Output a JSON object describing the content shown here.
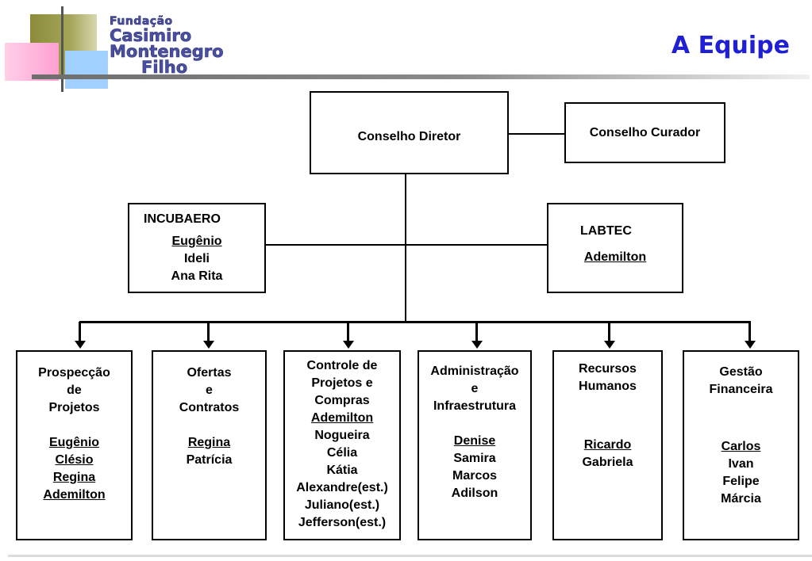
{
  "header": {
    "logo": [
      "Fundação",
      "Casimiro",
      "Montenegro",
      "Filho"
    ],
    "title": "A Equipe"
  },
  "org": {
    "conselho_diretor": "Conselho Diretor",
    "conselho_curador": "Conselho Curador",
    "incubaero": {
      "title": "INCUBAERO",
      "lead": "Eugênio",
      "members": [
        "Ideli",
        "Ana Rita"
      ]
    },
    "labtec": {
      "title": "LABTEC",
      "lead": "Ademilton"
    },
    "departments": [
      {
        "title": [
          "Prospecção",
          "de",
          "Projetos"
        ],
        "members": [
          "Eugênio",
          "Clésio",
          "Regina",
          "Ademilton"
        ],
        "underlined": 4
      },
      {
        "title": [
          "Ofertas",
          "e",
          "Contratos"
        ],
        "members": [
          "Regina",
          "Patrícia"
        ],
        "underlined": 1
      },
      {
        "title": [
          "Controle de",
          "Projetos e",
          "Compras"
        ],
        "members": [
          "Ademilton",
          "Nogueira",
          "Célia",
          "Kátia",
          "Alexandre(est.)",
          "Juliano(est.)",
          "Jefferson(est.)"
        ],
        "underlined": 1
      },
      {
        "title": [
          "Administração",
          "e",
          "Infraestrutura"
        ],
        "members": [
          "Denise",
          "Samira",
          "Marcos",
          "Adilson"
        ],
        "underlined": 1
      },
      {
        "title": [
          "Recursos",
          "Humanos"
        ],
        "members": [
          "Ricardo",
          "Gabriela"
        ],
        "underlined": 1
      },
      {
        "title": [
          "Gestão",
          "Financeira"
        ],
        "members": [
          "Carlos",
          "Ivan",
          "Felipe",
          "Márcia"
        ],
        "underlined": 1
      }
    ]
  }
}
